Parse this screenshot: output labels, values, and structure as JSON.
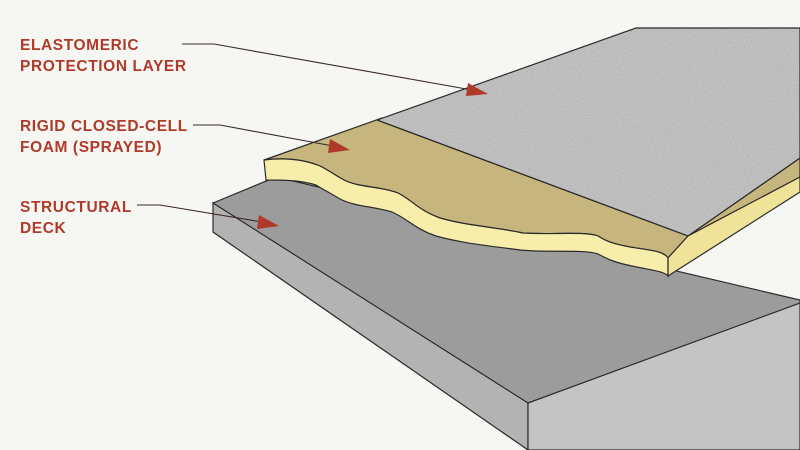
{
  "labels": {
    "protection": {
      "line1": "ELASTOMERIC",
      "line2": "PROTECTION LAYER"
    },
    "foam": {
      "line1": "RIGID CLOSED-CELL",
      "line2": "FOAM (SPRAYED)"
    },
    "deck": {
      "line1": "STRUCTURAL",
      "line2": "DECK"
    }
  },
  "colors": {
    "background": "#f6f7f2",
    "label_text": "#b03a2a",
    "leader_line": "#3a2a26",
    "arrow_head": "#b03a2a",
    "deck_top": "#9c9c9c",
    "deck_side_front": "#c3c3c3",
    "deck_side_left": "#b8b8b8",
    "foam_top": "#c4b37a",
    "foam_edge": "#f6eeaa",
    "membrane_top": "#cfcfcf"
  }
}
